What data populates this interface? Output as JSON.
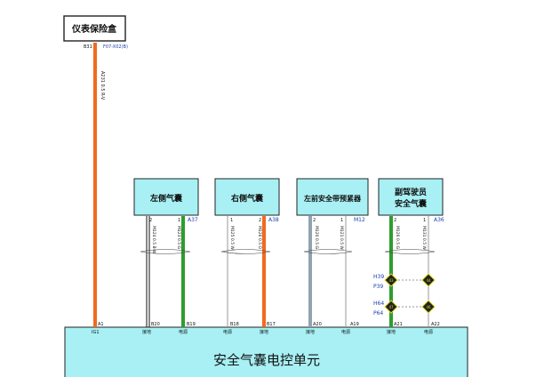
{
  "fuse_box": {
    "label": "仪表保险盒",
    "pin": "B31",
    "connector": "F07-X02(B)",
    "wire": "A231 0.5 R-V"
  },
  "ecu": {
    "label": "安全气囊电控单元",
    "pin_top": "A1",
    "pin_top_func": "IG1"
  },
  "components": [
    {
      "label_lines": [
        "左侧气囊"
      ],
      "connector": "A37",
      "pins": [
        {
          "num": "2",
          "wire": "M124 0.5 B-W",
          "ecu_pin": "B20",
          "func": "接地"
        },
        {
          "num": "1",
          "wire": "M123 0.5 G",
          "ecu_pin": "B19",
          "func": "电源"
        }
      ]
    },
    {
      "label_lines": [
        "右侧气囊"
      ],
      "connector": "A38",
      "pins": [
        {
          "num": "1",
          "wire": "M125 0.5 W",
          "ecu_pin": "B18",
          "func": "电源"
        },
        {
          "num": "2",
          "wire": "M126 0.5 O",
          "ecu_pin": "B17",
          "func": "接地"
        }
      ]
    },
    {
      "label_lines": [
        "左前安全带预紧器"
      ],
      "connector": "M12",
      "pins": [
        {
          "num": "2",
          "wire": "M120 0.5 G",
          "ecu_pin": "A20",
          "func": "接地"
        },
        {
          "num": "1",
          "wire": "M121 0.5 W",
          "ecu_pin": "A19",
          "func": "电源"
        }
      ]
    },
    {
      "label_lines": [
        "副驾驶员",
        "安全气囊"
      ],
      "connector": "A36",
      "pins": [
        {
          "num": "2",
          "wire": "M126 0.5 G",
          "ecu_pin": "A21",
          "func": "接地"
        },
        {
          "num": "1",
          "wire": "M131 0.5 W",
          "ecu_pin": "A22",
          "func": "电源"
        }
      ]
    }
  ],
  "splices": [
    {
      "upper": "H39",
      "lower": "P39",
      "left_pin": "43",
      "right_pin": "44"
    },
    {
      "upper": "H64",
      "lower": "P64",
      "left_pin": "47",
      "right_pin": "46"
    }
  ],
  "colors": {
    "box_fill": "#a8f0f4",
    "orange": "#f26a1e",
    "green": "#2e9d2e",
    "black": "#111111",
    "grey": "#8fa3b3",
    "white_wire": "#9a9a9a",
    "blue_text": "#1a3fb0",
    "diamond": "#d8d820"
  }
}
